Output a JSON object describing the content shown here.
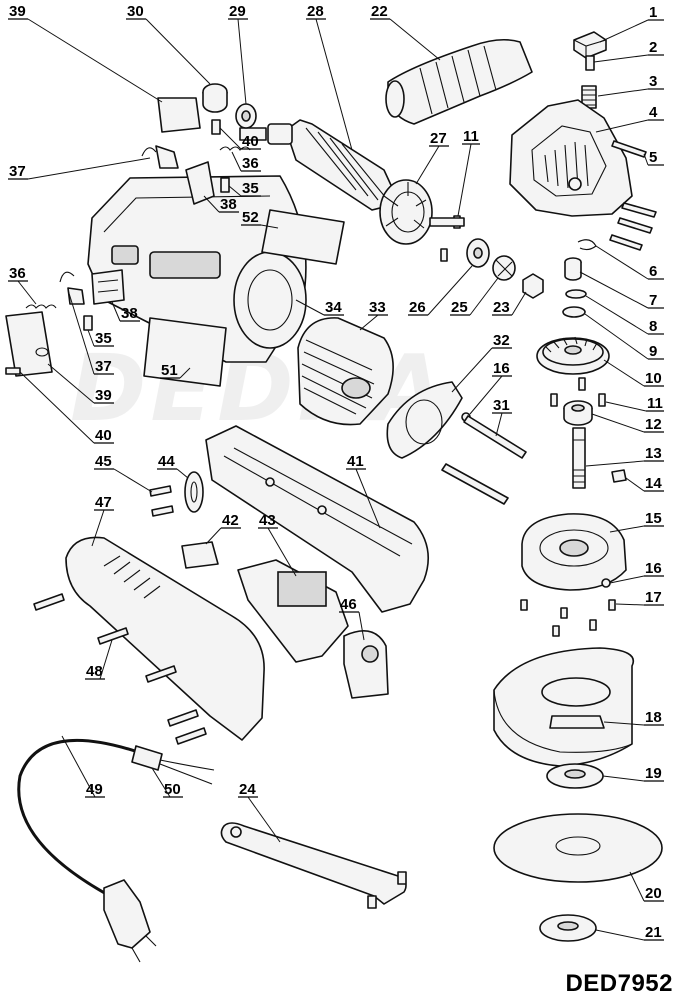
{
  "diagram": {
    "brand_watermark": "DEDRA",
    "model_code": "DED7952",
    "callouts": [
      "1",
      "2",
      "3",
      "4",
      "5",
      "6",
      "7",
      "8",
      "9",
      "10",
      "11",
      "11",
      "12",
      "13",
      "14",
      "15",
      "16",
      "16",
      "17",
      "18",
      "19",
      "20",
      "21",
      "22",
      "23",
      "24",
      "25",
      "26",
      "27",
      "28",
      "29",
      "30",
      "31",
      "32",
      "33",
      "34",
      "35",
      "35",
      "36",
      "36",
      "37",
      "37",
      "38",
      "38",
      "39",
      "39",
      "40",
      "40",
      "41",
      "42",
      "43",
      "44",
      "45",
      "46",
      "47",
      "48",
      "49",
      "50",
      "51",
      "52"
    ]
  }
}
